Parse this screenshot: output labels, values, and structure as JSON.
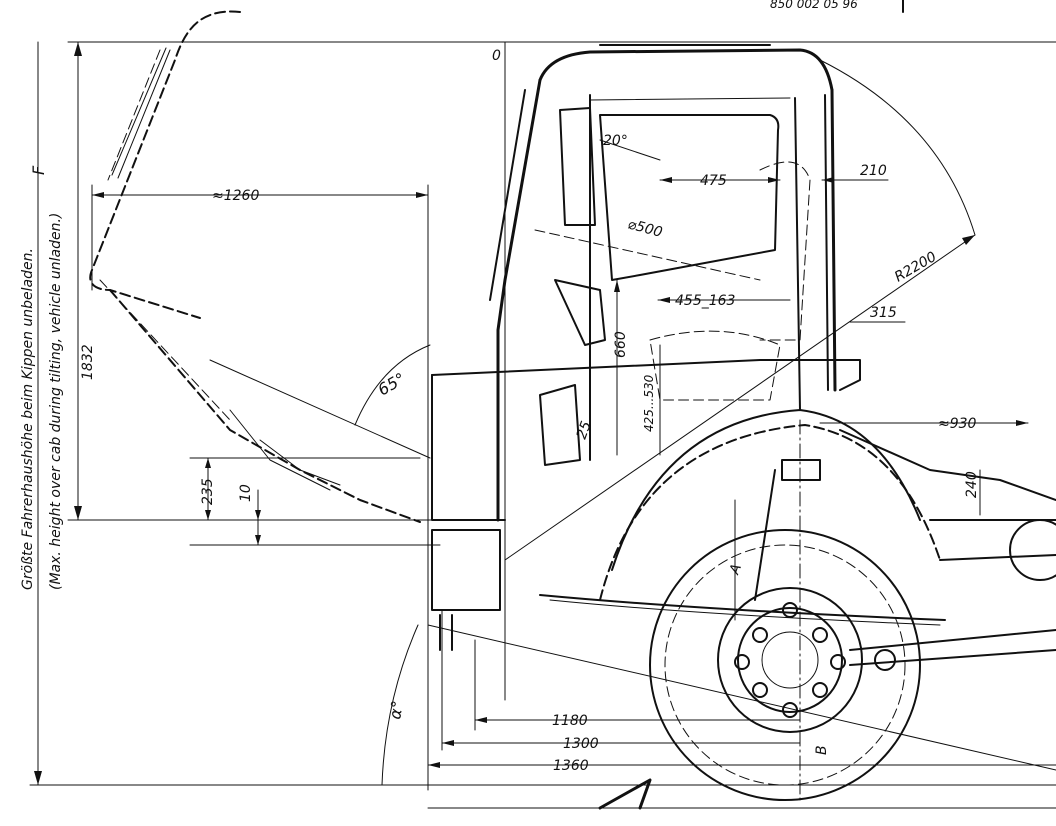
{
  "drawing": {
    "drawing_number": "850 002 05 96",
    "caption": {
      "german": "Größte Fahrerhaushöhe beim Kippen unbeladen.",
      "english": "(Max. height over cab during tilting, vehicle unladen.)"
    },
    "labels": {
      "F": "F",
      "O": "0",
      "A": "A",
      "B": "B",
      "alpha": "α°"
    },
    "dimensions": {
      "d1260": "≈1260",
      "d1832": "1832",
      "d235": "235",
      "d10": "10",
      "a65": "65°",
      "a20": "20°",
      "d475": "475",
      "d500": "⌀500",
      "d455_163": "455_163",
      "d660": "660",
      "d425_530": "425...530",
      "d25": "25",
      "r2200": "R2200",
      "d210": "210",
      "d315": "315",
      "d930": "≈930",
      "d240": "240",
      "d1180": "1180",
      "d1300": "1300",
      "d1360": "1360"
    }
  }
}
